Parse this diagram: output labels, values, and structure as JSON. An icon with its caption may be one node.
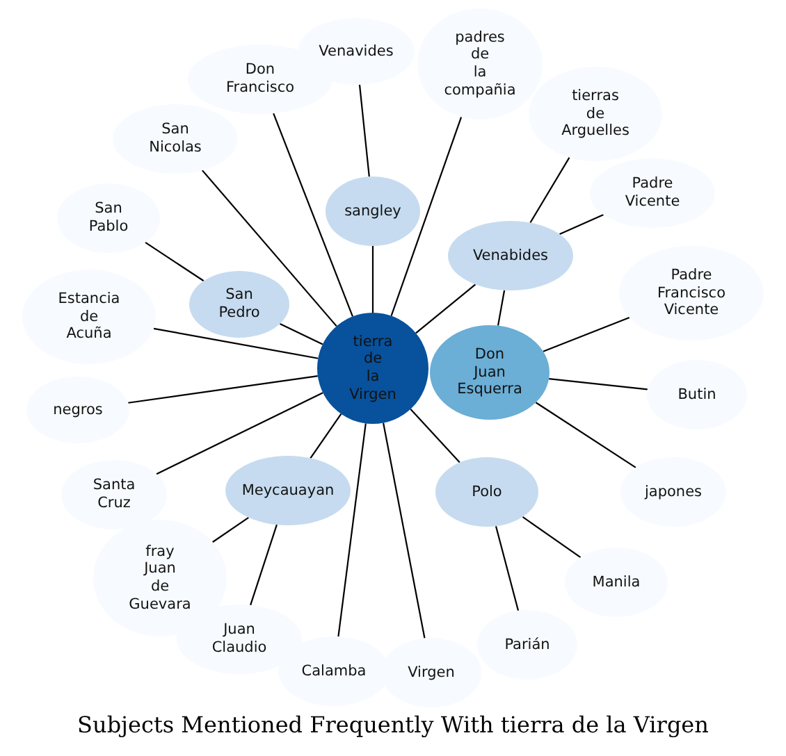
{
  "diagram": {
    "title": "Subjects Mentioned Frequently With tierra de la Virgen",
    "nodes": [
      {
        "text": [
          "tierra de la Virgen"
        ]
      },
      {
        "text": [
          "Don Juan Esquerra"
        ]
      },
      {
        "text": [
          "Venavides"
        ]
      },
      {
        "text": [
          "padres de la compañia"
        ]
      },
      {
        "text": [
          "Don Francisco"
        ]
      },
      {
        "text": [
          "tierras de Arguelles"
        ]
      },
      {
        "text": [
          "San Nicolas"
        ]
      },
      {
        "text": [
          "Padre Vicente"
        ]
      },
      {
        "text": [
          "sangley"
        ]
      },
      {
        "text": [
          "San Pablo"
        ]
      },
      {
        "text": [
          "Venabides"
        ]
      },
      {
        "text": [
          "Padre Francisco Vicente"
        ]
      },
      {
        "text": [
          "Estancia de Acuña"
        ]
      },
      {
        "text": [
          "San Pedro"
        ]
      },
      {
        "text": [
          "Butin"
        ]
      },
      {
        "text": [
          "negros"
        ]
      },
      {
        "text": [
          "Meycauayan"
        ]
      },
      {
        "text": [
          "Polo"
        ]
      },
      {
        "text": [
          "japones"
        ]
      },
      {
        "text": [
          "Santa Cruz"
        ]
      },
      {
        "text": [
          "fray Juan de Guevara"
        ]
      },
      {
        "text": [
          "Manila"
        ]
      },
      {
        "text": [
          "Juan Claudio"
        ]
      },
      {
        "text": [
          "Parián"
        ]
      },
      {
        "text": [
          "Calamba"
        ]
      },
      {
        "text": [
          "Virgen"
        ]
      }
    ],
    "edges": [
      {
        "from": 8,
        "to": 2,
        "arrow": "none"
      },
      {
        "from": 0,
        "to": 3,
        "arrow": "none"
      },
      {
        "from": 0,
        "to": 4,
        "arrow": "none"
      },
      {
        "from": 10,
        "to": 5,
        "arrow": "none"
      },
      {
        "from": 0,
        "to": 6,
        "arrow": "none"
      },
      {
        "from": 10,
        "to": 7,
        "arrow": "none"
      },
      {
        "from": 0,
        "to": 8,
        "arrow": "none"
      },
      {
        "from": 13,
        "to": 9,
        "arrow": "none"
      },
      {
        "from": 0,
        "to": 10,
        "arrow": "none"
      },
      {
        "from": 1,
        "to": 11,
        "arrow": "none"
      },
      {
        "from": 0,
        "to": 12,
        "arrow": "none"
      },
      {
        "from": 0,
        "to": 13,
        "arrow": "none"
      },
      {
        "from": 1,
        "to": 14,
        "arrow": "none"
      },
      {
        "from": 0,
        "to": 15,
        "arrow": "none"
      },
      {
        "from": 0,
        "to": 16,
        "arrow": "none"
      },
      {
        "from": 0,
        "to": 17,
        "arrow": "none"
      },
      {
        "from": 1,
        "to": 18,
        "arrow": "none"
      },
      {
        "from": 0,
        "to": 19,
        "arrow": "none"
      },
      {
        "from": 16,
        "to": 20,
        "arrow": "none"
      },
      {
        "from": 17,
        "to": 21,
        "arrow": "none"
      },
      {
        "from": 16,
        "to": 22,
        "arrow": "none"
      },
      {
        "from": 17,
        "to": 23,
        "arrow": "none"
      },
      {
        "from": 0,
        "to": 24,
        "arrow": "none"
      },
      {
        "from": 0,
        "to": 25,
        "arrow": "none"
      },
      {
        "from": 1,
        "to": 10,
        "arrow": "none"
      }
    ]
  }
}
